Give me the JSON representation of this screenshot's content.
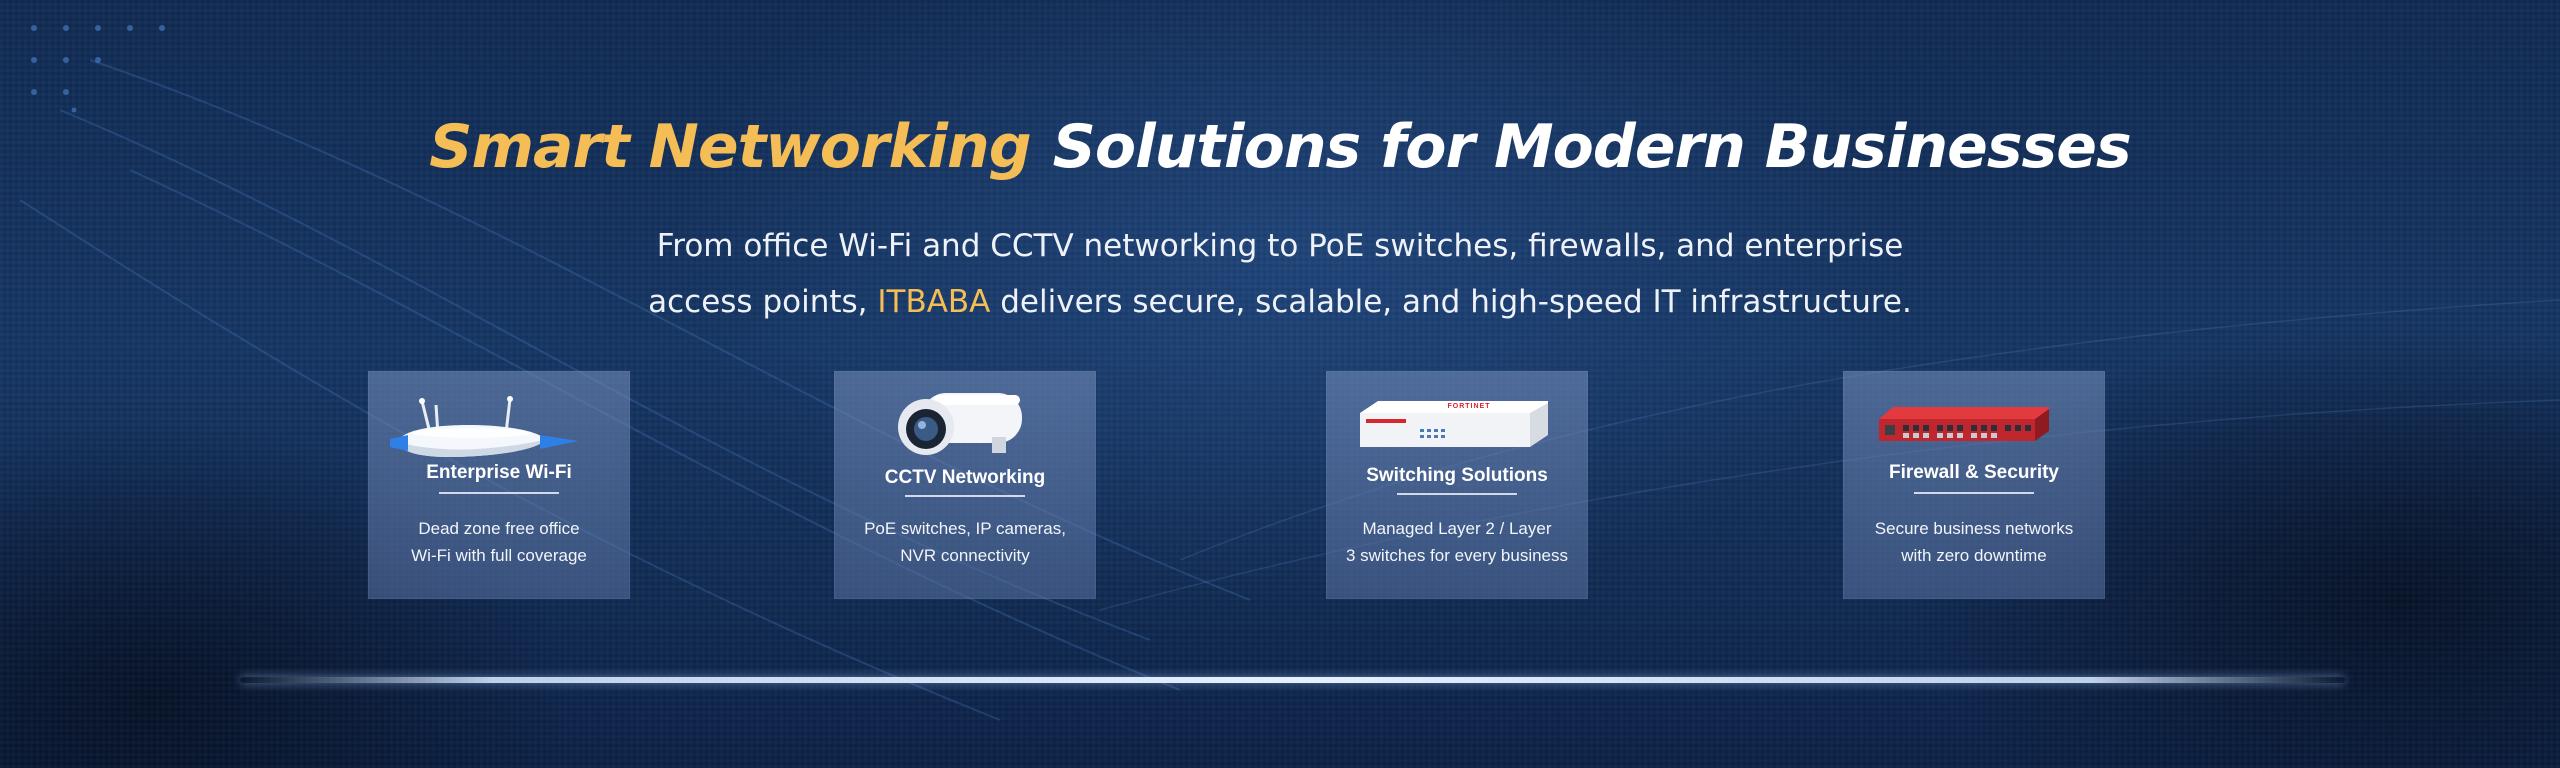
{
  "hero": {
    "headline_accent": "Smart Networking",
    "headline_rest": "Solutions for Modern Businesses",
    "subtext_line1": "From office Wi-Fi and CCTV networking to PoE switches, firewalls, and enterprise",
    "subtext_line2_before": "access points, ",
    "subtext_brand": "ITBABA",
    "subtext_line2_after": " delivers secure, scalable, and high-speed IT infrastructure."
  },
  "cards": [
    {
      "icon": "wifi-access-point-icon",
      "title": "Enterprise Wi-Fi",
      "desc_line1": "Dead zone free office",
      "desc_line2": "Wi-Fi with full coverage"
    },
    {
      "icon": "cctv-camera-icon",
      "title": "CCTV Networking",
      "desc_line1": "PoE switches, IP cameras,",
      "desc_line2": "NVR connectivity"
    },
    {
      "icon": "network-switch-icon",
      "title": "Switching Solutions",
      "desc_line1": "Managed Layer 2 / Layer",
      "desc_line2": "3 switches for every business",
      "device_brand": "FORTINET"
    },
    {
      "icon": "firewall-appliance-icon",
      "title": "Firewall & Security",
      "desc_line1": "Secure business networks",
      "desc_line2": "with zero downtime"
    }
  ],
  "colors": {
    "accent": "#f4bd55",
    "background": "#143563",
    "card": "#6e87b4",
    "firewall_red": "#c0262d"
  }
}
